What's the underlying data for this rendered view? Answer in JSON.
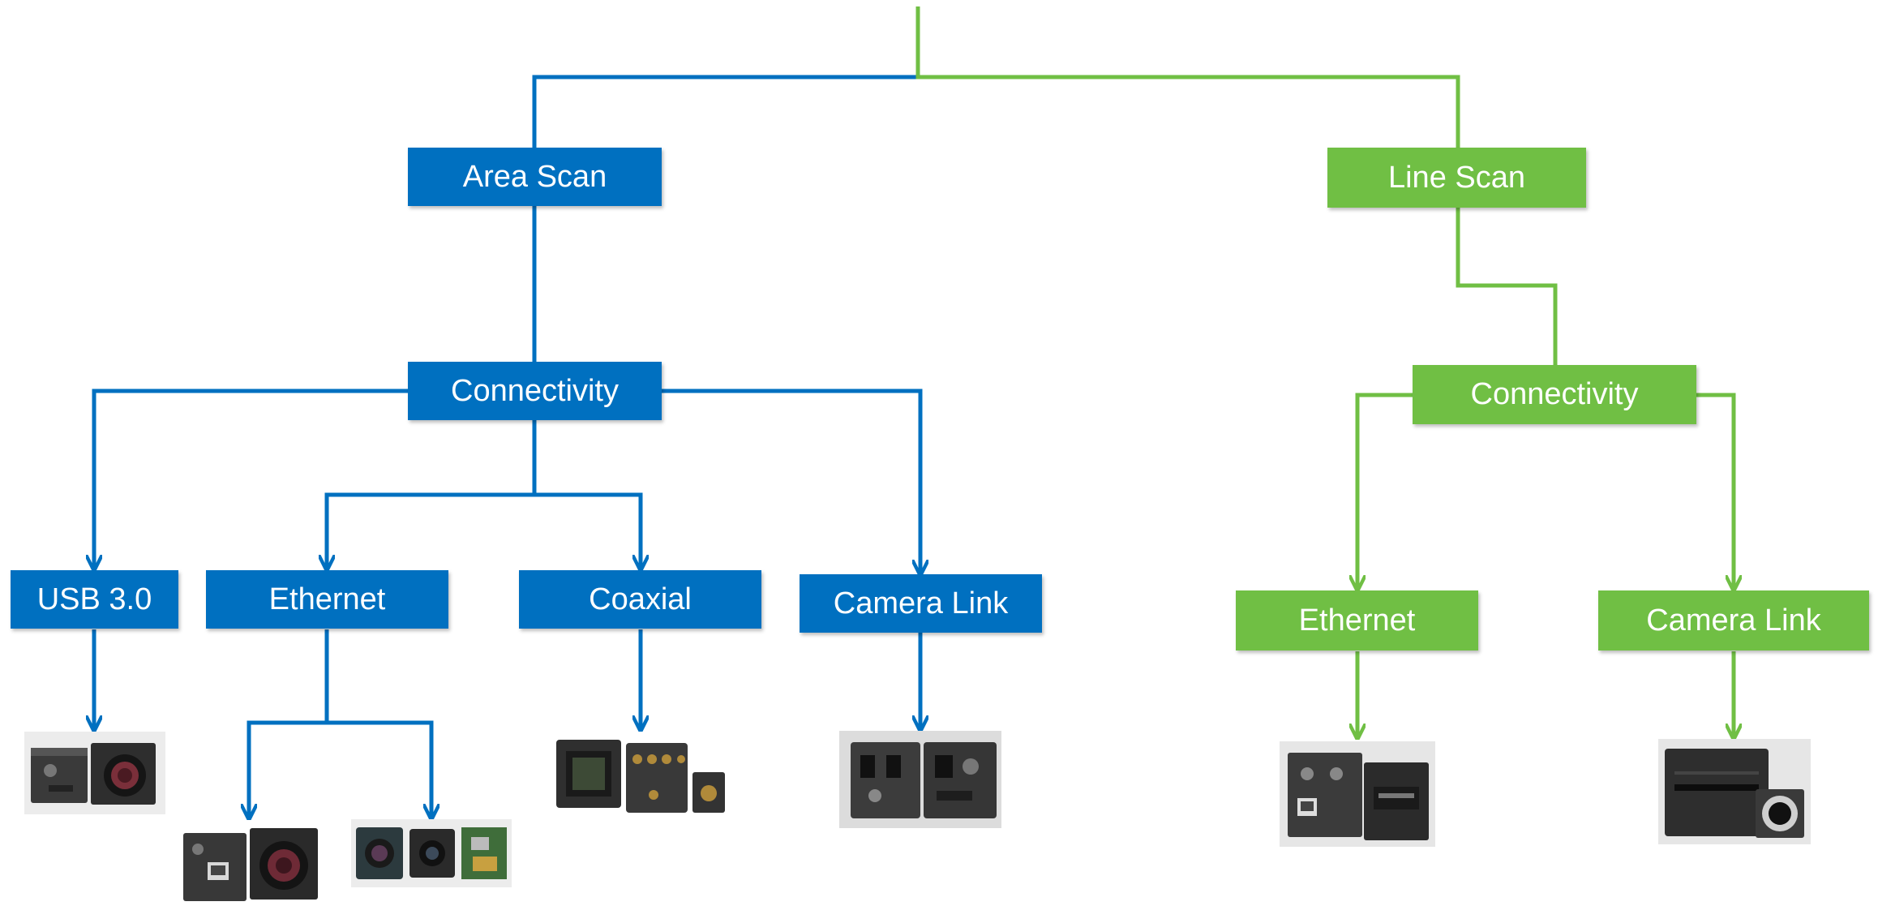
{
  "colors": {
    "area_scan": "#0070c0",
    "line_scan": "#70bf44"
  },
  "area_scan": {
    "title": "Area Scan",
    "connectivity": "Connectivity",
    "interfaces": {
      "usb": "USB 3.0",
      "ethernet": "Ethernet",
      "coaxial": "Coaxial",
      "camera_link": "Camera Link"
    }
  },
  "line_scan": {
    "title": "Line Scan",
    "connectivity": "Connectivity",
    "interfaces": {
      "ethernet": "Ethernet",
      "camera_link": "Camera Link"
    }
  },
  "images": {
    "usb_camera": "usb-3-0-camera-photo",
    "ethernet_camera": "ethernet-camera-photo",
    "board_cameras": "board-level-cameras-photo",
    "coaxial_cameras": "coaxial-cameras-photo",
    "camera_link_cameras": "camera-link-cameras-photo",
    "line_ethernet_camera": "line-scan-ethernet-camera-photo",
    "line_camera_link_camera": "line-scan-camera-link-camera-photo"
  }
}
